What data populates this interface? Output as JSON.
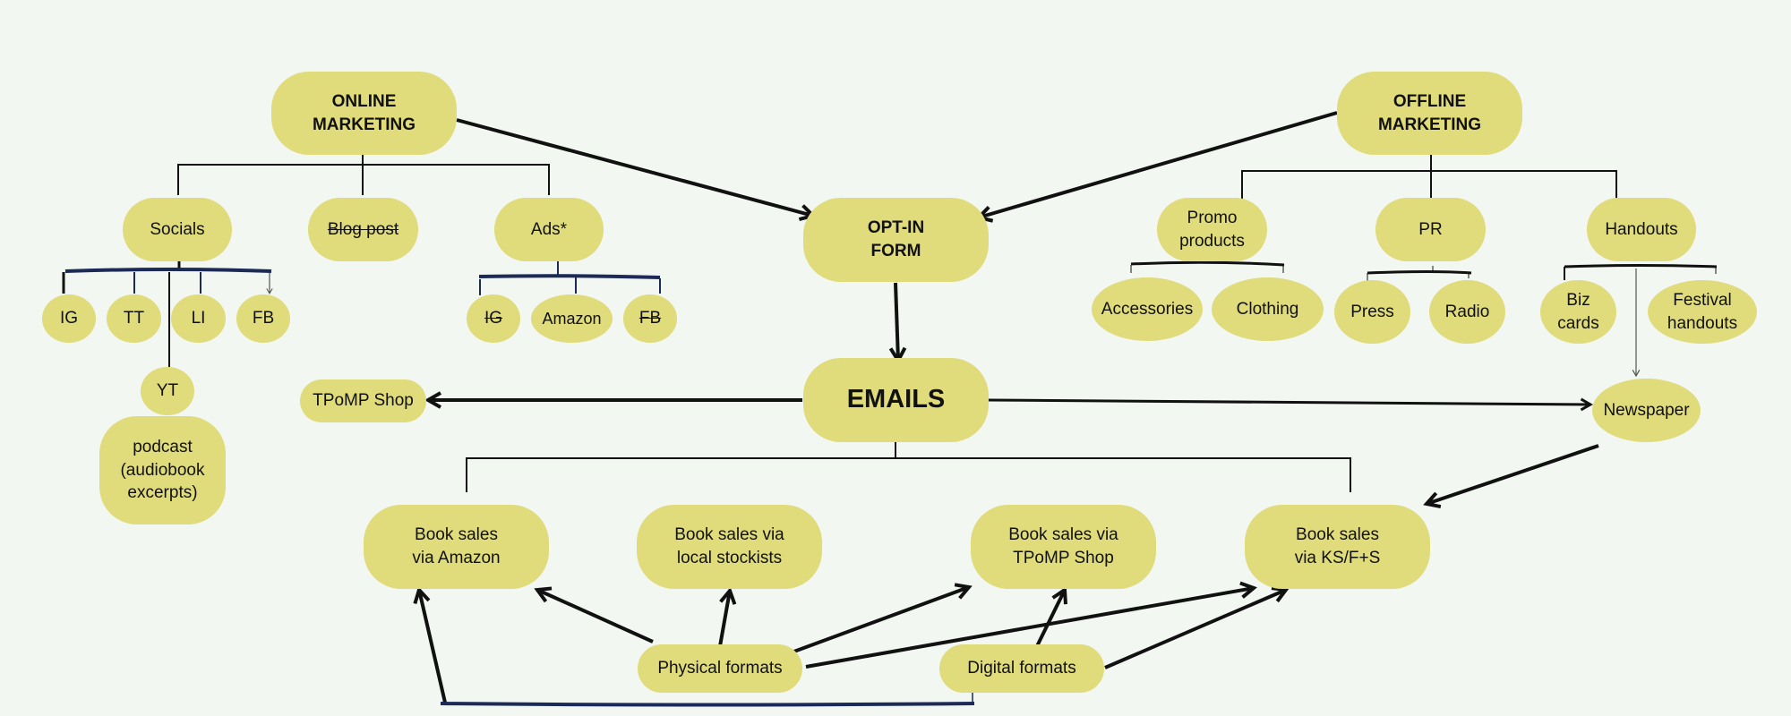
{
  "diagram": {
    "colors": {
      "background": "#f2f7f1",
      "node_fill": "#e0db7b",
      "line": "#111111",
      "accent_line": "#1b2a57"
    },
    "nodes": {
      "online_marketing": {
        "label": "ONLINE\nMARKETING"
      },
      "offline_marketing": {
        "label": "OFFLINE\nMARKETING"
      },
      "opt_in_form": {
        "label": "OPT-IN\nFORM"
      },
      "emails": {
        "label": "EMAILS"
      },
      "socials": {
        "label": "Socials"
      },
      "blog_post": {
        "label": "Blog post",
        "struck": true
      },
      "ads": {
        "label": "Ads*"
      },
      "social_ig": {
        "label": "IG"
      },
      "social_tt": {
        "label": "TT"
      },
      "social_li": {
        "label": "LI"
      },
      "social_fb": {
        "label": "FB"
      },
      "social_yt": {
        "label": "YT"
      },
      "podcast": {
        "label": "podcast\n(audiobook\nexcerpts)"
      },
      "ads_ig": {
        "label": "IG",
        "struck": true
      },
      "ads_amazon": {
        "label": "Amazon"
      },
      "ads_fb": {
        "label": "FB",
        "struck": true
      },
      "promo_products": {
        "label": "Promo\nproducts"
      },
      "pr": {
        "label": "PR"
      },
      "handouts": {
        "label": "Handouts"
      },
      "accessories": {
        "label": "Accessories"
      },
      "clothing": {
        "label": "Clothing"
      },
      "press": {
        "label": "Press"
      },
      "radio": {
        "label": "Radio"
      },
      "biz_cards": {
        "label": "Biz\ncards"
      },
      "festival_handouts": {
        "label": "Festival\nhandouts"
      },
      "newspaper": {
        "label": "Newspaper"
      },
      "tpomp_shop": {
        "label": "TPoMP Shop"
      },
      "sales_amazon": {
        "label": "Book sales\nvia Amazon"
      },
      "sales_local": {
        "label": "Book sales via\nlocal stockists"
      },
      "sales_tpomp": {
        "label": "Book sales via\nTPoMP Shop"
      },
      "sales_ksfs": {
        "label": "Book sales\nvia KS/F+S"
      },
      "physical_formats": {
        "label": "Physical formats"
      },
      "digital_formats": {
        "label": "Digital formats"
      }
    },
    "edges": [
      {
        "from": "online_marketing",
        "to": "opt_in_form",
        "type": "arrow"
      },
      {
        "from": "offline_marketing",
        "to": "opt_in_form",
        "type": "arrow"
      },
      {
        "from": "opt_in_form",
        "to": "emails",
        "type": "arrow"
      },
      {
        "from": "emails",
        "to": "tpomp_shop",
        "type": "arrow"
      },
      {
        "from": "emails",
        "to": "newspaper",
        "type": "arrow"
      },
      {
        "from": "newspaper",
        "to": "sales_ksfs",
        "type": "arrow"
      },
      {
        "from": "handouts",
        "to": "newspaper",
        "type": "arrow"
      },
      {
        "from": "physical_formats",
        "to": "sales_amazon",
        "type": "arrow"
      },
      {
        "from": "physical_formats",
        "to": "sales_local",
        "type": "arrow"
      },
      {
        "from": "physical_formats",
        "to": "sales_tpomp",
        "type": "arrow"
      },
      {
        "from": "physical_formats",
        "to": "sales_ksfs",
        "type": "arrow"
      },
      {
        "from": "digital_formats",
        "to": "sales_tpomp",
        "type": "arrow"
      },
      {
        "from": "digital_formats",
        "to": "sales_ksfs",
        "type": "arrow"
      },
      {
        "from": "digital_formats",
        "to": "sales_amazon",
        "type": "arrow"
      },
      {
        "from": "online_marketing",
        "to": [
          "socials",
          "blog_post",
          "ads"
        ],
        "type": "tree"
      },
      {
        "from": "offline_marketing",
        "to": [
          "promo_products",
          "pr",
          "handouts"
        ],
        "type": "tree"
      },
      {
        "from": "socials",
        "to": [
          "social_ig",
          "social_tt",
          "social_li",
          "social_fb",
          "social_yt"
        ],
        "type": "tree"
      },
      {
        "from": "ads",
        "to": [
          "ads_ig",
          "ads_amazon",
          "ads_fb"
        ],
        "type": "tree"
      },
      {
        "from": "promo_products",
        "to": [
          "accessories",
          "clothing"
        ],
        "type": "tree"
      },
      {
        "from": "pr",
        "to": [
          "press",
          "radio"
        ],
        "type": "tree"
      },
      {
        "from": "handouts",
        "to": [
          "biz_cards",
          "festival_handouts"
        ],
        "type": "tree"
      },
      {
        "from": "emails",
        "to": [
          "sales_amazon",
          "sales_ksfs"
        ],
        "type": "tree"
      }
    ]
  }
}
